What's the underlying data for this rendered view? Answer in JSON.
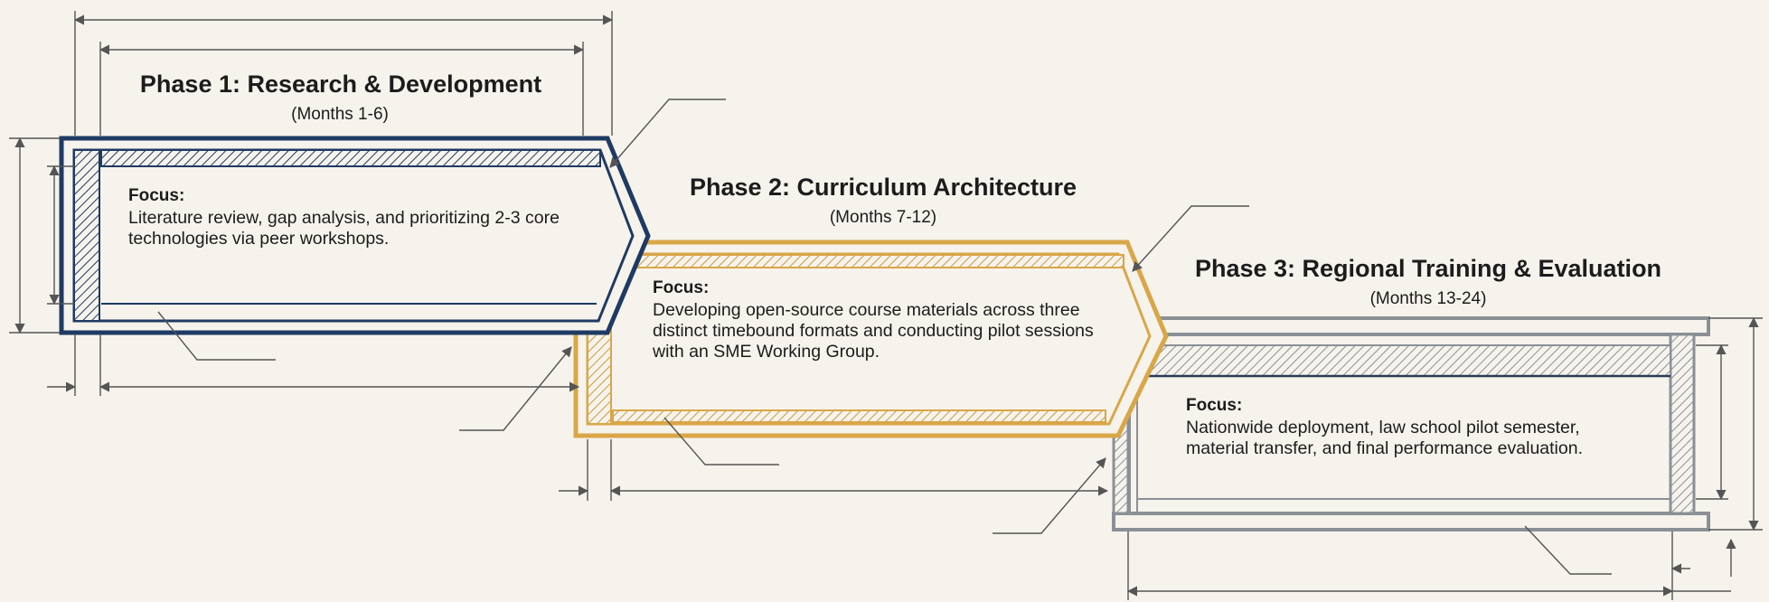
{
  "phases": [
    {
      "title": "Phase 1: Research & Development",
      "duration": "(Months 1-6)",
      "focus_label": "Focus:",
      "focus_text": "Literature review, gap analysis, and prioritizing 2-3 core technologies via peer workshops.",
      "color": "#1f3a63"
    },
    {
      "title": "Phase 2: Curriculum Architecture",
      "duration": "(Months 7-12)",
      "focus_label": "Focus:",
      "focus_text": "Developing open-source course materials across three distinct timebound formats and conducting pilot sessions with an SME Working Group.",
      "color": "#d9a648"
    },
    {
      "title": "Phase 3: Regional Training & Evaluation",
      "duration": "(Months 13-24)",
      "focus_label": "Focus:",
      "focus_text": "Nationwide deployment, law school pilot semester, material transfer, and final performance evaluation.",
      "color": "#8a9096"
    }
  ],
  "colors": {
    "background": "#f6f3ec",
    "dimension_line": "#555555",
    "text": "#1c1c1c"
  }
}
